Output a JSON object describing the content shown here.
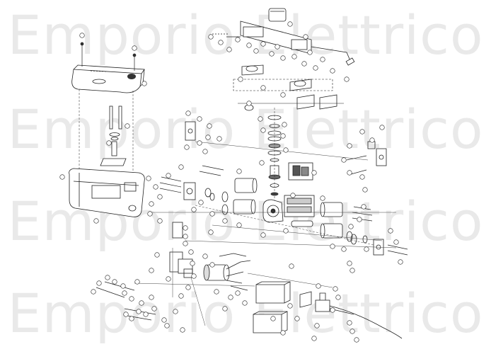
{
  "watermark": {
    "text": "Emporio Elettrico",
    "color": "#e6e6e6",
    "rows": 4
  },
  "diagram": {
    "type": "exploded-parts-diagram",
    "line_color": "#222222",
    "callout_labels_legible": false,
    "icons": [
      "cover-icon",
      "column-icon",
      "housing-icon",
      "motor-icon",
      "gearbox-icon",
      "bracket-icon",
      "shaft-icon",
      "screw-icon",
      "cable-icon",
      "box-icon",
      "release-lever-icon",
      "pad-icon"
    ]
  }
}
